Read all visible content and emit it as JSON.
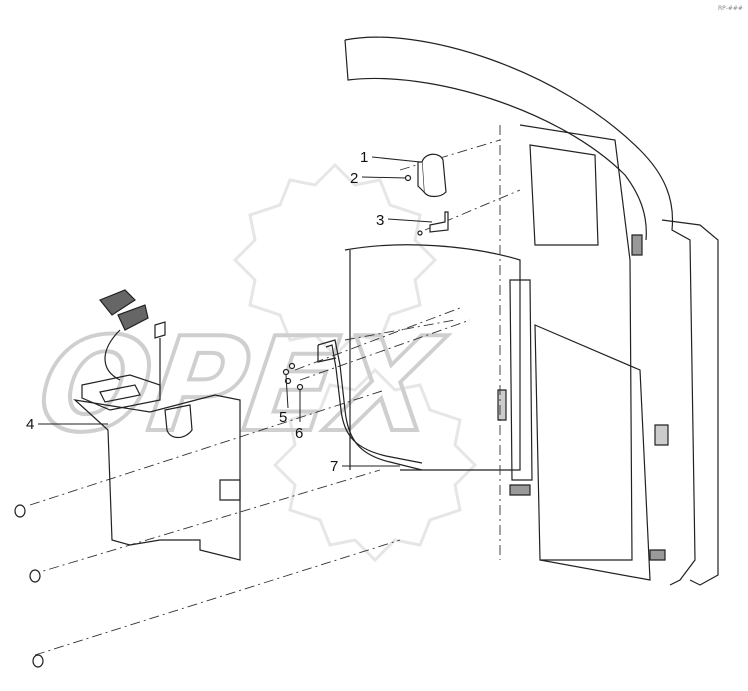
{
  "diagram": {
    "corner_code": "RP-###",
    "watermark": "OPEX",
    "callouts": [
      {
        "label": "1"
      },
      {
        "label": "2"
      },
      {
        "label": "3"
      },
      {
        "label": "4"
      },
      {
        "label": "5"
      },
      {
        "label": "6"
      },
      {
        "label": "7"
      }
    ]
  }
}
